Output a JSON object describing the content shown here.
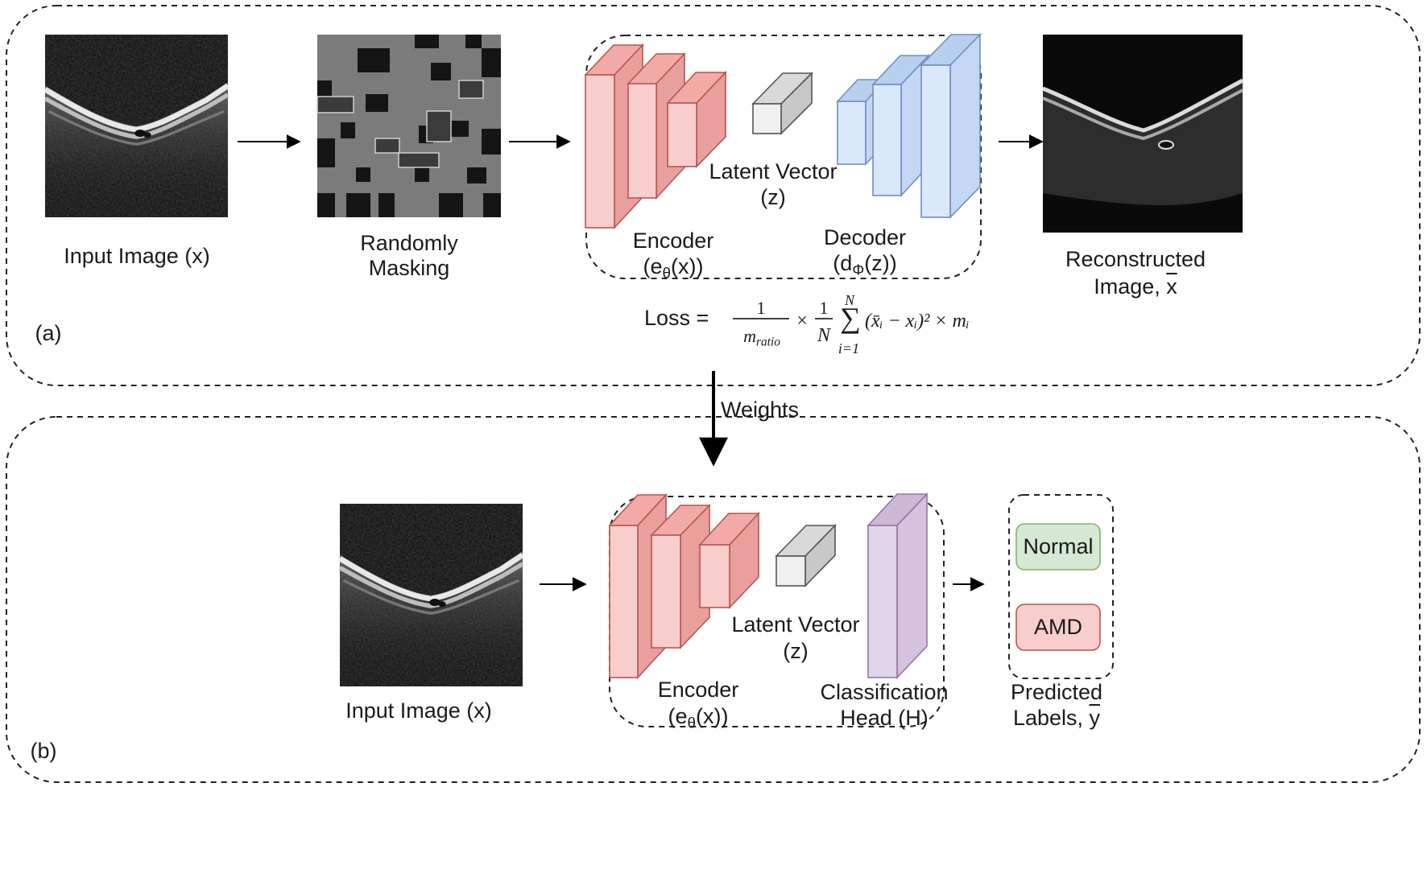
{
  "panels": {
    "a": {
      "tag": "(a)",
      "input_label": "Input Image (x)",
      "masking_label": [
        "Randomly",
        "Masking"
      ],
      "latent_label": [
        "Latent Vector",
        "(z)"
      ],
      "encoder_label": "Encoder",
      "encoder_fn": {
        "pre": "(e",
        "sub": "θ",
        "post": "(x))"
      },
      "decoder_label": "Decoder",
      "decoder_fn": {
        "pre": "(d",
        "sub": "Φ",
        "post": "(z))"
      },
      "reconstructed_label": [
        "Reconstructed",
        "Image, "
      ],
      "reconstructed_symbol": "x",
      "loss_label": "Loss =",
      "loss_formula": {
        "one": "1",
        "m": "m",
        "m_sub": "ratio",
        "times": "×",
        "N": "N",
        "sum": "∑",
        "sum_top": "N",
        "sum_bottom": "i=1",
        "term": "(x̄ᵢ − xᵢ)² × mᵢ"
      }
    },
    "transfer_label": "Weights",
    "b": {
      "tag": "(b)",
      "input_label": "Input Image (x)",
      "latent_label": [
        "Latent Vector",
        "(z)"
      ],
      "encoder_label": "Encoder",
      "encoder_fn": {
        "pre": "(e",
        "sub": "θ",
        "post": "(x))"
      },
      "head_label": [
        "Classification",
        "Head (H)"
      ],
      "classes": [
        "Normal",
        "AMD"
      ],
      "predicted_label": [
        "Predicted",
        "Labels, "
      ],
      "predicted_symbol": "y"
    }
  },
  "colors": {
    "encoder_fill": "#f8cecc",
    "encoder_stroke": "#b85450",
    "decoder_fill": "#dae8fc",
    "decoder_stroke": "#6c8ebf",
    "head_fill": "#e1d5e7",
    "head_stroke": "#9673a6",
    "normal_fill": "#d5e8d4",
    "normal_stroke": "#82b366",
    "latent_fill": "#f0f0f0",
    "latent_stroke": "#555555"
  },
  "icons": [
    "oct-scan-image",
    "masked-scan-image",
    "reconstructed-scan-image",
    "arrow-right-icon",
    "arrow-down-icon"
  ]
}
